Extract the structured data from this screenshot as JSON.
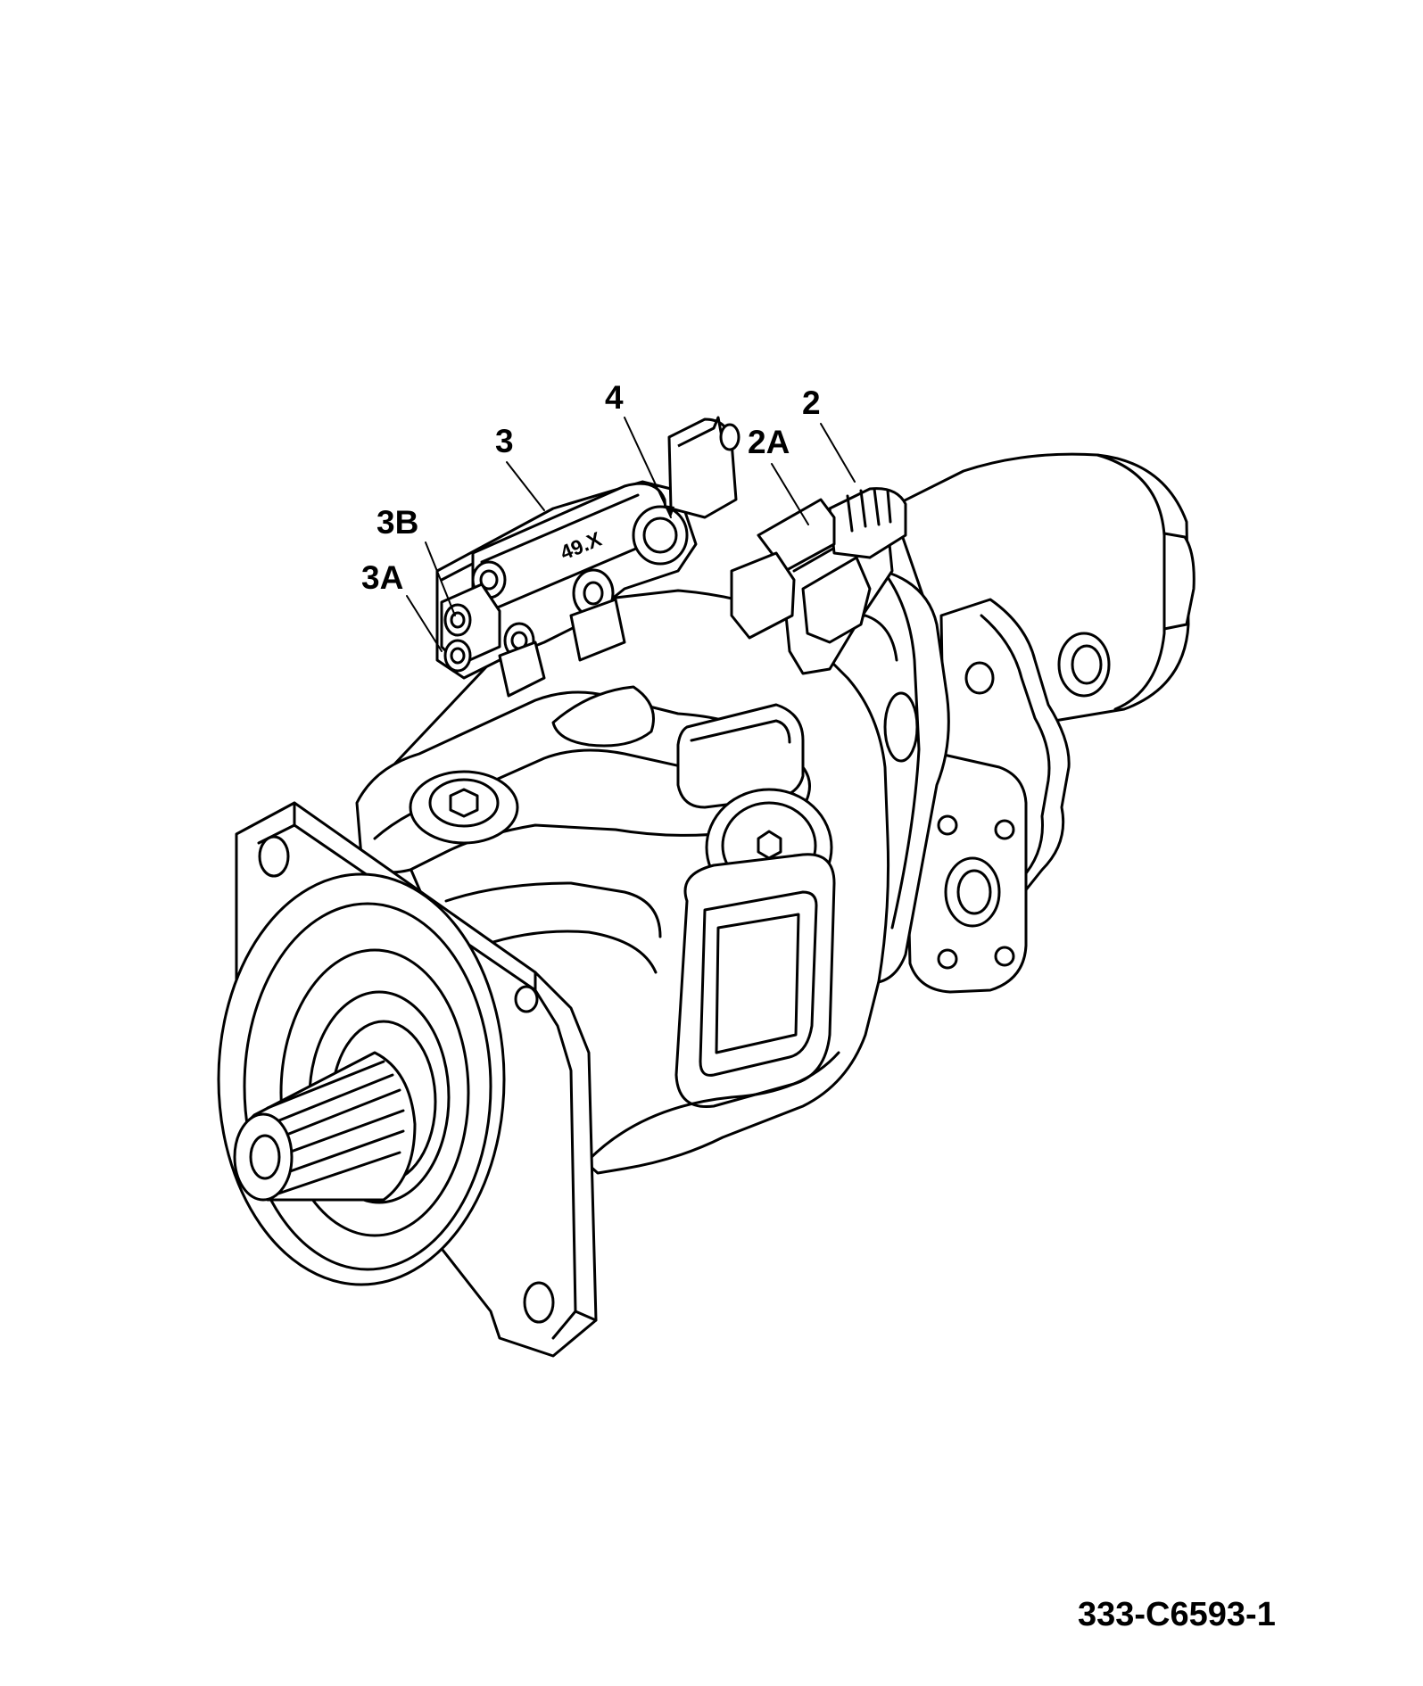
{
  "callouts": {
    "c2": "2",
    "c2a": "2A",
    "c3": "3",
    "c3a": "3A",
    "c3b": "3B",
    "c4": "4"
  },
  "marking": "49.X",
  "figure_ref": "333-C6593-1"
}
